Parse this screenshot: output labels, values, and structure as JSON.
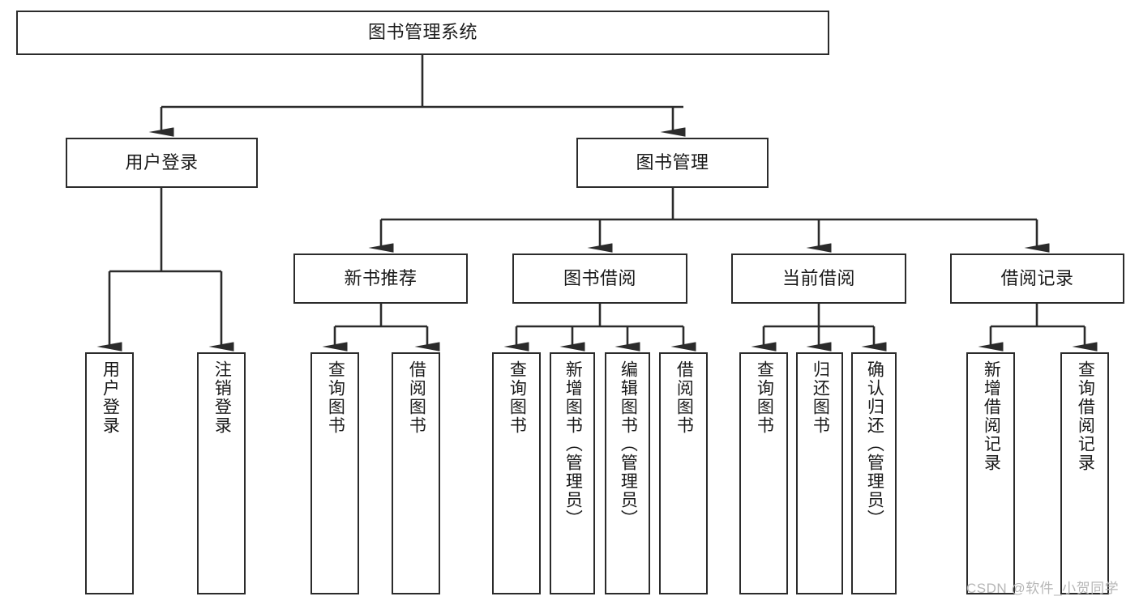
{
  "diagram": {
    "title": "图书管理系统",
    "type": "tree",
    "watermark": "CSDN @软件_小贺同学",
    "colors": {
      "box_border": "#2b2b2b",
      "box_fill": "#ffffff",
      "edge": "#2b2b2b",
      "text": "#1a1a1a",
      "watermark": "#b6b6b6"
    },
    "root": {
      "label": "图书管理系统"
    },
    "level1": [
      {
        "id": "user-login",
        "label": "用户登录"
      },
      {
        "id": "book-manage",
        "label": "图书管理"
      }
    ],
    "level2": [
      {
        "id": "new-book-rec",
        "label": "新书推荐",
        "parent": "book-manage"
      },
      {
        "id": "book-borrow",
        "label": "图书借阅",
        "parent": "book-manage"
      },
      {
        "id": "current-borrow",
        "label": "当前借阅",
        "parent": "book-manage"
      },
      {
        "id": "borrow-record",
        "label": "借阅记录",
        "parent": "book-manage"
      }
    ],
    "leaves": [
      {
        "id": "leaf-user-login",
        "label": "用户登录",
        "parent": "user-login"
      },
      {
        "id": "leaf-logout",
        "label": "注销登录",
        "parent": "user-login"
      },
      {
        "id": "leaf-query-book-1",
        "label": "查询图书",
        "parent": "new-book-rec"
      },
      {
        "id": "leaf-borrow-book-1",
        "label": "借阅图书",
        "parent": "new-book-rec"
      },
      {
        "id": "leaf-query-book-2",
        "label": "查询图书",
        "parent": "book-borrow"
      },
      {
        "id": "leaf-add-book",
        "label": "新增图书（管理员）",
        "parent": "book-borrow"
      },
      {
        "id": "leaf-edit-book",
        "label": "编辑图书（管理员）",
        "parent": "book-borrow"
      },
      {
        "id": "leaf-borrow-book-2",
        "label": "借阅图书",
        "parent": "book-borrow"
      },
      {
        "id": "leaf-query-book-3",
        "label": "查询图书",
        "parent": "current-borrow"
      },
      {
        "id": "leaf-return-book",
        "label": "归还图书",
        "parent": "current-borrow"
      },
      {
        "id": "leaf-confirm-return",
        "label": "确认归还（管理员）",
        "parent": "current-borrow"
      },
      {
        "id": "leaf-add-record",
        "label": "新增借阅记录",
        "parent": "borrow-record"
      },
      {
        "id": "leaf-query-record",
        "label": "查询借阅记录",
        "parent": "borrow-record"
      }
    ]
  }
}
